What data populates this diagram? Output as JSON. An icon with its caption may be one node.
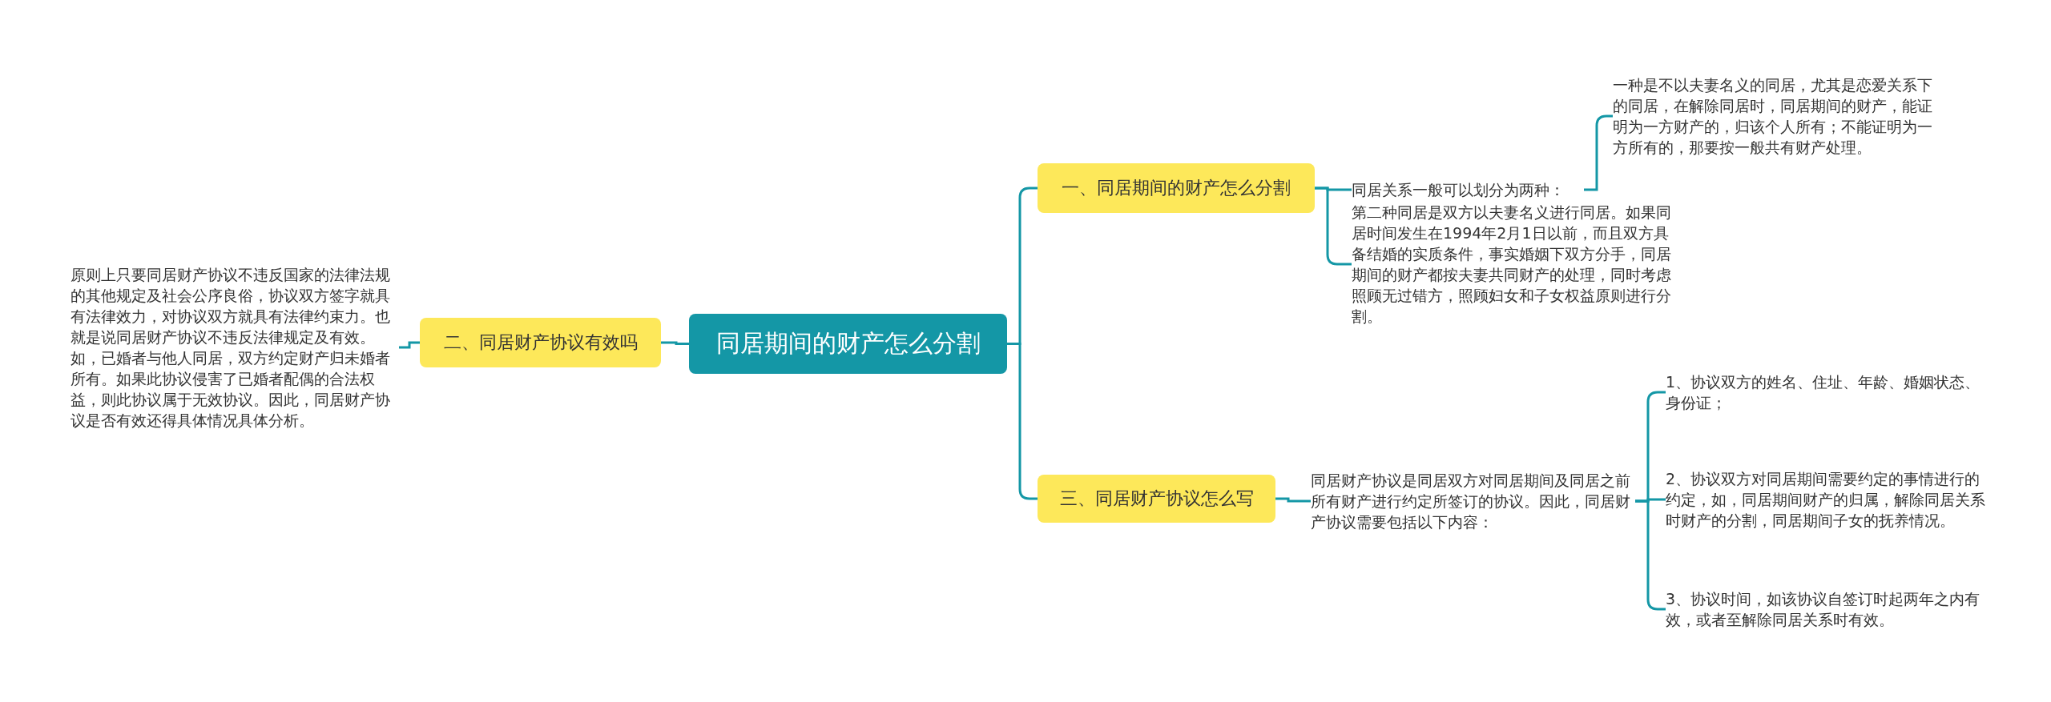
{
  "diagram": {
    "nodes": [
      {
        "text": [
          "同居期间的财产怎么分割"
        ]
      },
      {
        "text": [
          "一、同居期间的财产怎么分割"
        ]
      },
      {
        "text": [
          "同居关系一般可以划分为两种："
        ]
      },
      {
        "text": [
          "一种是不以夫妻名义的同居，尤其是恋爱关系下的同居，在解除同居时，同居期间的财产，能证明为一方财产的，归该个人所有；不能证明为一方所有的，那要按一般共有财产处理。"
        ]
      },
      {
        "text": [
          "第二种同居是双方以夫妻名义进行同居。如果同居时间发生在1994年2月1日以前，而且双方具备结婚的实质条件，事实婚姻下双方分手，同居期间的财产都按夫妻共同财产的处理，同时考虑照顾无过错方，照顾妇女和子女权益原则进行分割。"
        ]
      },
      {
        "text": [
          "二、同居财产协议有效吗"
        ]
      },
      {
        "text": [
          "原则上只要同居财产协议不违反国家的法律法规的其他规定及社会公序良俗，协议双方签字就具有法律效力，对协议双方就具有法律约束力。也就是说同居财产协议不违反法律规定及有效。如，已婚者与他人同居，双方约定财产归未婚者所有。如果此协议侵害了已婚者配偶的合法权益，则此协议属于无效协议。因此，同居财产协议是否有效还得具体情况具体分析。"
        ]
      },
      {
        "text": [
          "三、同居财产协议怎么写"
        ]
      },
      {
        "text": [
          "同居财产协议是同居双方对同居期间及同居之前所有财产进行约定所签订的协议。因此，同居财产协议需要包括以下内容："
        ]
      },
      {
        "text": [
          "1、协议双方的姓名、住址、年龄、婚姻状态、身份证；"
        ]
      },
      {
        "text": [
          "2、协议双方对同居期间需要约定的事情进行的约定，如，同居期间财产的归属，解除同居关系时财产的分割，同居期间子女的抚养情况。"
        ]
      },
      {
        "text": [
          "3、协议时间，如该协议自签订时起两年之内有效，或者至解除同居关系时有效。"
        ]
      }
    ],
    "edges": [
      {
        "from": 0,
        "to": 1,
        "arrow": "none"
      },
      {
        "from": 1,
        "to": 2,
        "arrow": "none"
      },
      {
        "from": 2,
        "to": 3,
        "arrow": "none"
      },
      {
        "from": 1,
        "to": 4,
        "arrow": "none"
      },
      {
        "from": 0,
        "to": 5,
        "arrow": "none"
      },
      {
        "from": 5,
        "to": 6,
        "arrow": "none"
      },
      {
        "from": 0,
        "to": 7,
        "arrow": "none"
      },
      {
        "from": 7,
        "to": 8,
        "arrow": "none"
      },
      {
        "from": 8,
        "to": 9,
        "arrow": "none"
      },
      {
        "from": 8,
        "to": 10,
        "arrow": "none"
      },
      {
        "from": 8,
        "to": 11,
        "arrow": "none"
      }
    ]
  }
}
